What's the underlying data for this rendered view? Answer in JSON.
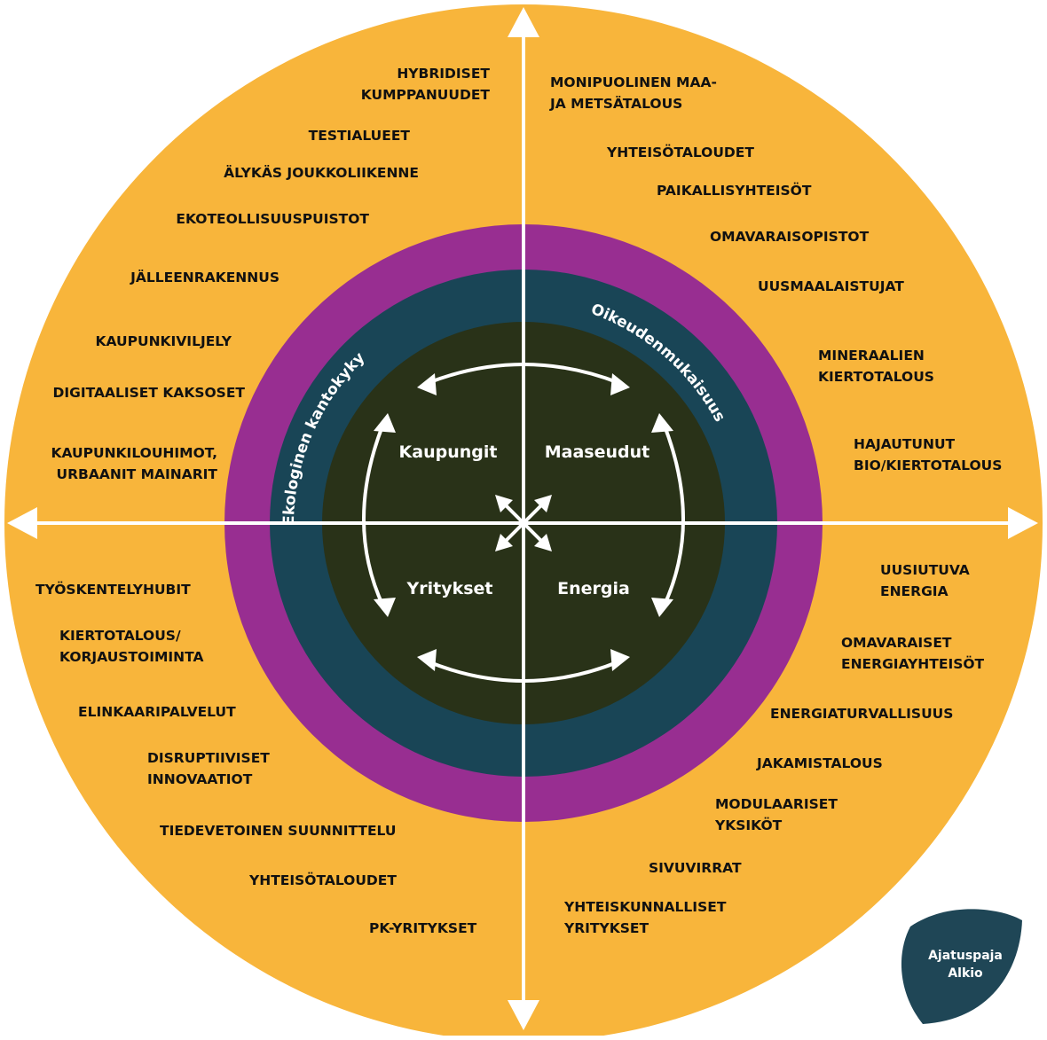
{
  "colors": {
    "outer_ring": "#F8B53B",
    "purple_ring": "#982E91",
    "teal_ring": "#194556",
    "core": "#293218",
    "arrows": "#ffffff",
    "text": "#111111",
    "logo_bg": "#1F4656"
  },
  "rings": {
    "ecological": "Ekologinen kantokyky",
    "justice": "Oikeudenmukaisuus"
  },
  "core": {
    "top_left": "Kaupungit",
    "top_right": "Maaseudut",
    "bottom_left": "Yritykset",
    "bottom_right": "Energia"
  },
  "quadrants": {
    "top_left": [
      [
        "HYBRIDISET",
        "KUMPPANUUDET"
      ],
      [
        "TESTIALUEET"
      ],
      [
        "ÄLYKÄS JOUKKOLIIKENNE"
      ],
      [
        "EKOTEOLLISUUSPUISTOT"
      ],
      [
        "JÄLLEENRAKENNUS"
      ],
      [
        "KAUPUNKIVILJELY"
      ],
      [
        "DIGITAALISET KAKSOSET"
      ],
      [
        "KAUPUNKILOUHIMOT,",
        "URBAANIT MAINARIT"
      ]
    ],
    "top_right": [
      [
        "MONIPUOLINEN MAA-",
        "JA METSÄTALOUS"
      ],
      [
        "YHTEISÖTALOUDET"
      ],
      [
        "PAIKALLISYHTEISÖT"
      ],
      [
        "OMAVARAISOPISTOT"
      ],
      [
        "UUSMAALAISTUJAT"
      ],
      [
        "MINERAALIEN",
        "KIERTOTALOUS"
      ],
      [
        "HAJAUTUNUT",
        "BIO/KIERTOTALOUS"
      ]
    ],
    "bottom_left": [
      [
        "TYÖSKENTELYHUBIT"
      ],
      [
        "KIERTOTALOUS/",
        "KORJAUSTOIMINTA"
      ],
      [
        "ELINKAARIPALVELUT"
      ],
      [
        "DISRUPTIIVISET",
        "INNOVAATIOT"
      ],
      [
        "TIEDEVETOINEN SUUNNITTELU"
      ],
      [
        "YHTEISÖTALOUDET"
      ],
      [
        "PK-YRITYKSET"
      ]
    ],
    "bottom_right": [
      [
        "UUSIUTUVA",
        "ENERGIA"
      ],
      [
        "OMAVARAISET",
        "ENERGIAYHTEISÖT"
      ],
      [
        "ENERGIATURVALLISUUS"
      ],
      [
        "JAKAMISTALOUS"
      ],
      [
        "MODULAARISET",
        "YKSIKÖT"
      ],
      [
        "SIVUVIRRAT"
      ],
      [
        "YHTEISKUNNALLISET",
        "YRITYKSET"
      ]
    ]
  },
  "logo": {
    "line1": "Ajatuspaja",
    "line2": "Alkio"
  }
}
